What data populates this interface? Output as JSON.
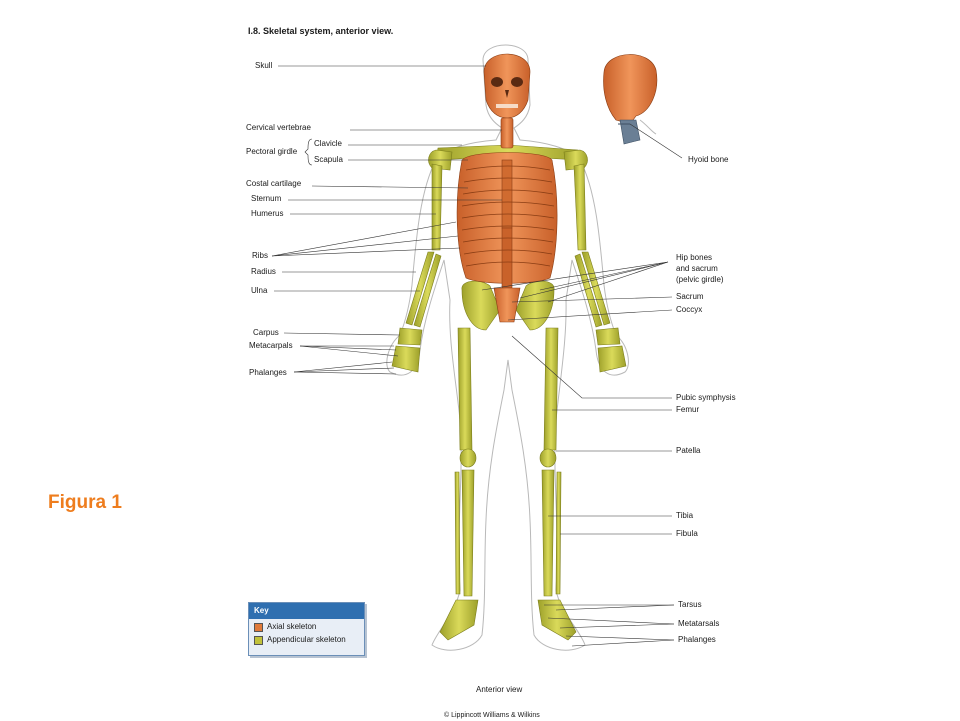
{
  "title": "I.8. Skeletal system, anterior view.",
  "figure_label": "Figura 1",
  "view_caption": "Anterior view",
  "copyright": "© Lippincott Williams & Wilkins",
  "colors": {
    "axial": "#e07a3a",
    "appendicular": "#c2c23a",
    "accent": "#ee7d1e",
    "key_header": "#2f6fb0"
  },
  "labels_left": {
    "skull": "Skull",
    "cervical_vertebrae": "Cervical vertebrae",
    "pectoral_girdle": "Pectoral girdle",
    "clavicle": "Clavicle",
    "scapula": "Scapula",
    "costal_cartilage": "Costal cartilage",
    "sternum": "Sternum",
    "humerus": "Humerus",
    "ribs": "Ribs",
    "radius": "Radius",
    "ulna": "Ulna",
    "carpus": "Carpus",
    "metacarpals": "Metacarpals",
    "phalanges": "Phalanges"
  },
  "labels_right": {
    "hyoid_bone": "Hyoid bone",
    "hip_bones_1": "Hip bones",
    "hip_bones_2": "and sacrum",
    "hip_bones_3": "(pelvic girdle)",
    "sacrum": "Sacrum",
    "coccyx": "Coccyx",
    "pubic_symphysis": "Pubic symphysis",
    "femur": "Femur",
    "patella": "Patella",
    "tibia": "Tibia",
    "fibula": "Fibula",
    "tarsus": "Tarsus",
    "metatarsals": "Metatarsals",
    "phalanges": "Phalanges"
  },
  "key": {
    "heading": "Key",
    "items": [
      {
        "label": "Axial skeleton",
        "color": "#e07a3a"
      },
      {
        "label": "Appendicular skeleton",
        "color": "#c2c23a"
      }
    ]
  }
}
